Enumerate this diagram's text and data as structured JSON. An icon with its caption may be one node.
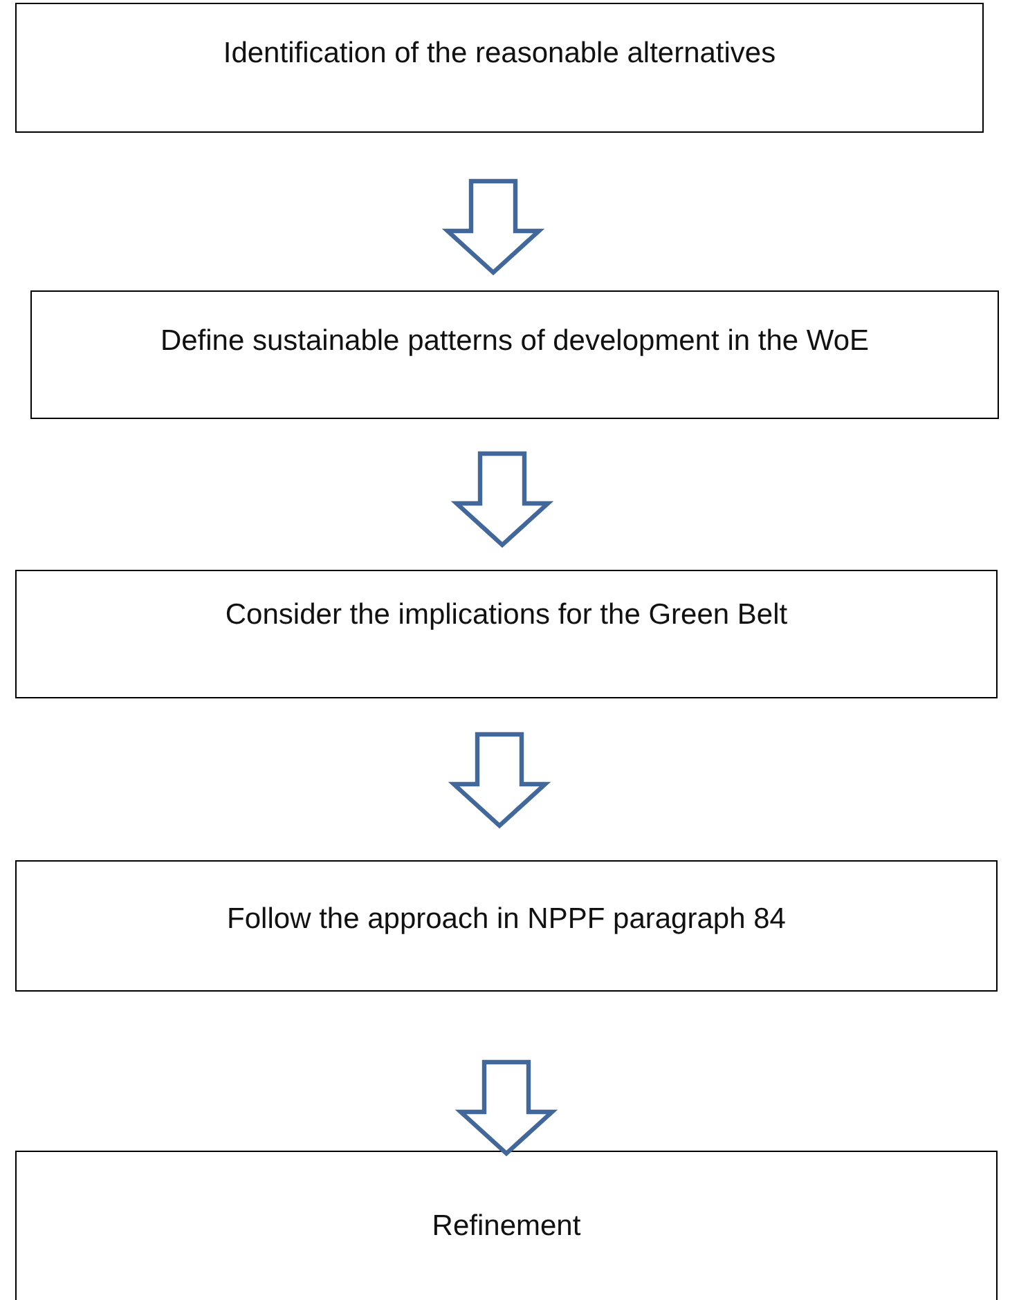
{
  "diagram": {
    "nodes": [
      {
        "text": [
          "Identification of the reasonable alternatives"
        ]
      },
      {
        "text": [
          "Define sustainable patterns of development in the WoE"
        ]
      },
      {
        "text": [
          "Consider the implications for the Green Belt"
        ]
      },
      {
        "text": [
          "Follow the approach in NPPF paragraph 84"
        ]
      },
      {
        "text": [
          "Refinement"
        ]
      }
    ],
    "edges": [
      {
        "from": 0,
        "to": 1,
        "arrow": "to"
      },
      {
        "from": 1,
        "to": 2,
        "arrow": "to"
      },
      {
        "from": 2,
        "to": 3,
        "arrow": "to"
      },
      {
        "from": 3,
        "to": 4,
        "arrow": "to"
      }
    ]
  }
}
